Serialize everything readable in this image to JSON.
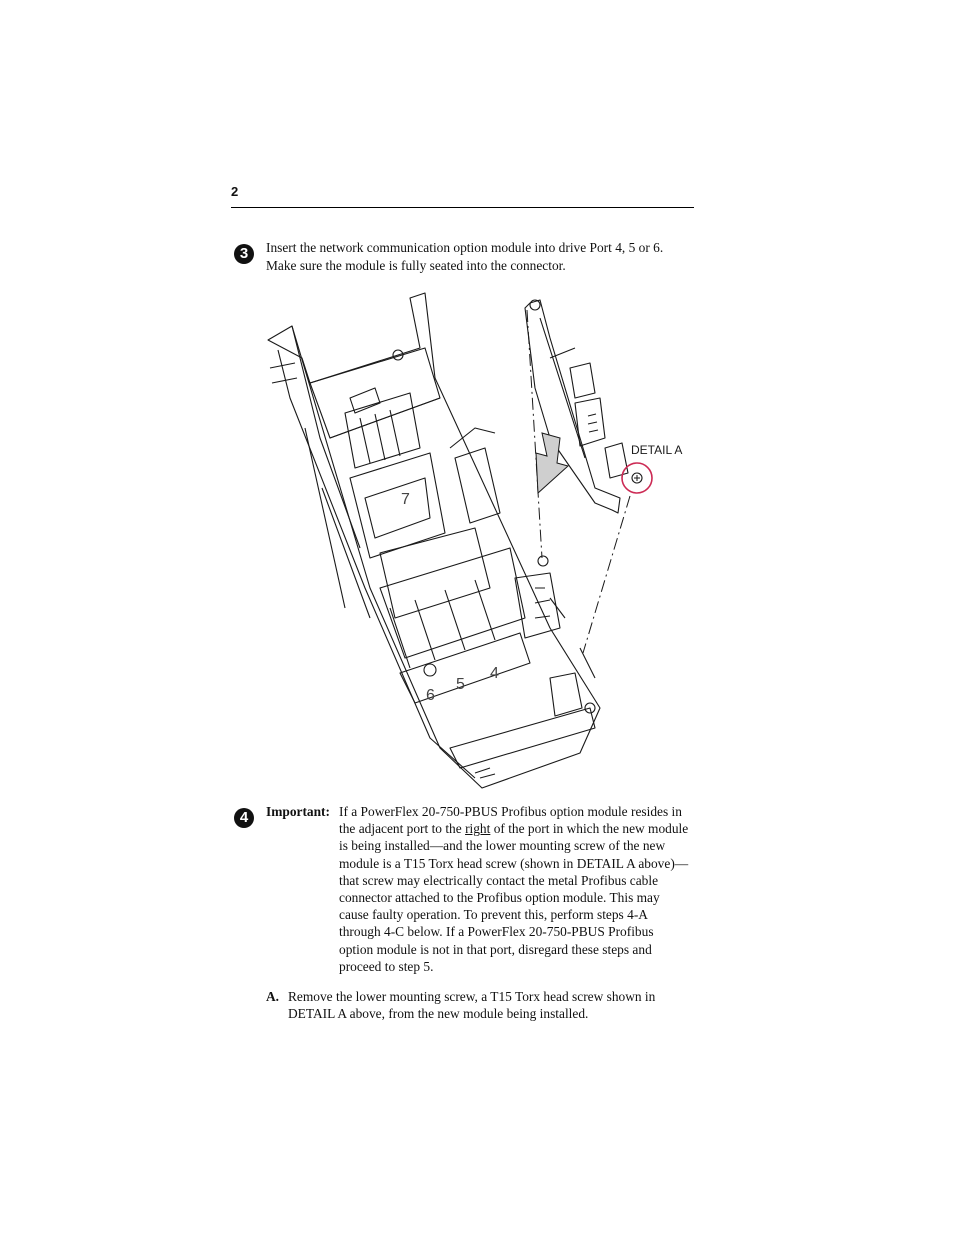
{
  "page": {
    "number": "2"
  },
  "step3": {
    "badge": "3",
    "line1": "Insert the network communication option module into drive Port 4, 5 or 6.",
    "line2": "Make sure the module is fully seated into the connector."
  },
  "figure": {
    "detail_label": "DETAIL A",
    "port_numbers": [
      "6",
      "5",
      "4"
    ],
    "upper_port_number": "7",
    "colors": {
      "detail_circle": "#cc2a54",
      "line": "#1a1a1a",
      "arrow_fill": "#cfcfcf"
    },
    "icons": [
      "down-arrow-icon",
      "detail-circle-icon",
      "screw-icon"
    ]
  },
  "step4": {
    "badge": "4",
    "important_label": "Important:",
    "body_before": "If a PowerFlex 20-750-PBUS Profibus option module resides in the adjacent port to the ",
    "body_underlined": "right",
    "body_after": " of the port in which the new module is being installed—and the lower mounting screw of the new module is a T15 Torx head screw (shown in DETAIL A above)—that screw may electrically contact the metal Profibus cable connector attached to the Profibus option module. This may cause faulty operation. To prevent this, perform steps 4-A through 4-C below. If a PowerFlex 20-750-PBUS Profibus option module is not in that port, disregard these steps and proceed to step 5.",
    "substep_a": {
      "letter": "A.",
      "text": "Remove the lower mounting screw, a T15 Torx head screw shown in DETAIL A above, from the new module being installed."
    }
  }
}
